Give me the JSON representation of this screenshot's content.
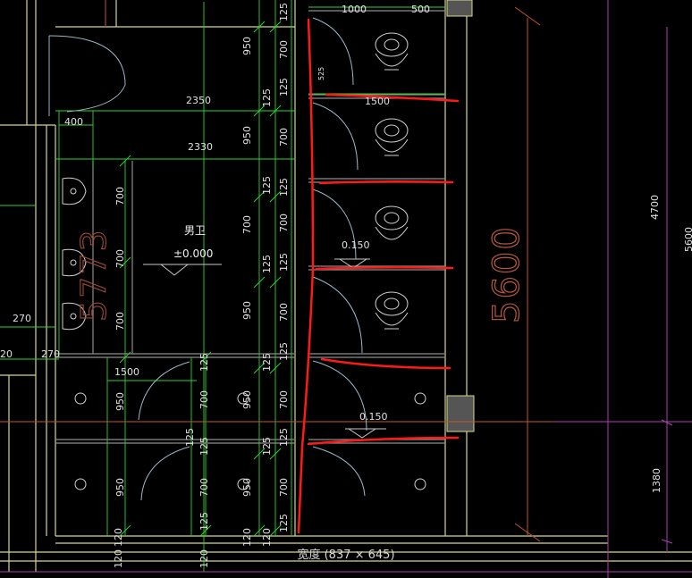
{
  "colors": {
    "background": "#000000",
    "dimension_line": "#2fd42f",
    "wall": "#d6d68a",
    "partition": "#8c8c8c",
    "door": "#9ab8c8",
    "annotation_red": "#ff1a1a",
    "grid_magenta": "#b040b0",
    "axis_orange": "#c2562b"
  },
  "room": {
    "name": "男卫",
    "elevation": "±0.000"
  },
  "markers": {
    "level_1": "0.150",
    "level_2": "0.150"
  },
  "big_dims": {
    "height_5600": "5600",
    "left_5773": "5773"
  },
  "top_dims": {
    "d1000": "1000",
    "d500": "500",
    "d525": "525",
    "d1500": "1500"
  },
  "horizontal_dims": {
    "d2350": "2350",
    "d2330": "2330",
    "d400": "400",
    "d1500": "1500",
    "d270a": "270",
    "d270b": "270",
    "d20": "20"
  },
  "column_950_labels": [
    "950",
    "950",
    "700",
    "950",
    "950",
    "950"
  ],
  "column_700_labels": [
    "700",
    "700",
    "700",
    "700",
    "700",
    "700"
  ],
  "column_125_labels": [
    "125",
    "125",
    "125",
    "125",
    "125",
    "125",
    "125"
  ],
  "left_700_labels": [
    "700",
    "700",
    "700"
  ],
  "lower_950_labels": [
    "950",
    "950"
  ],
  "lower_700_labels": [
    "700",
    "700"
  ],
  "lower_125_labels": [
    "125",
    "125",
    "125"
  ],
  "bottom_labels": [
    "120",
    "120",
    "120",
    "120",
    "120"
  ],
  "right_dims": {
    "d4700": "4700",
    "d1380": "1380",
    "d5600": "5600"
  },
  "caption": "宽度 (837 × 645)"
}
